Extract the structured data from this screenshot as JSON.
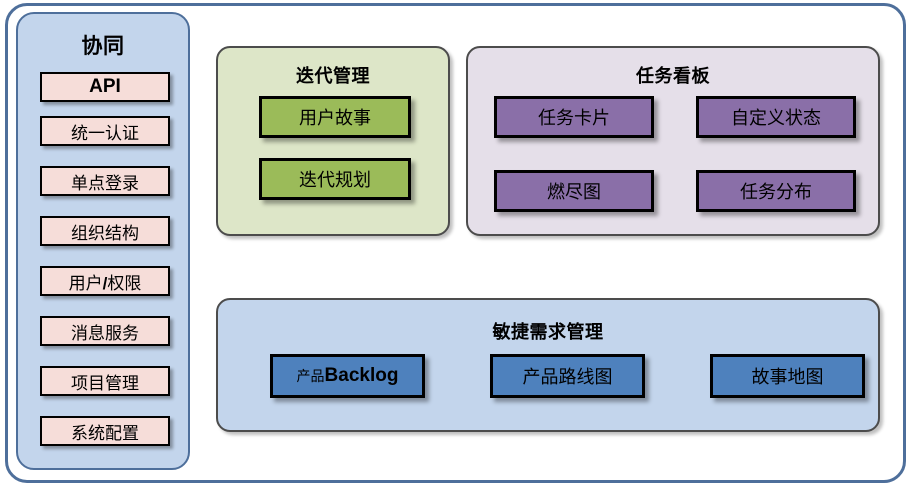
{
  "diagram": {
    "title_visible": false,
    "colors": {
      "frame_border": "#4e6f9b",
      "sidebar_bg": "#c3d5ec",
      "sidebar_item_bg": "#f6ddd9",
      "green_panel_bg": "#dde6c8",
      "green_box_bg": "#9bbb59",
      "purple_panel_bg": "#e5dfe9",
      "purple_box_bg": "#8a6fa8",
      "blue_panel_bg": "#c3d5ec",
      "blue_box_bg": "#4e81bd",
      "box_border": "#000000"
    }
  },
  "sidebar": {
    "title": "协同",
    "items": [
      {
        "label": "API",
        "style": "latin-bold"
      },
      {
        "label": "统一认证",
        "style": "cjk"
      },
      {
        "label": "单点登录",
        "style": "cjk"
      },
      {
        "label": "组织结构",
        "style": "cjk"
      },
      {
        "label": "用户/权限",
        "style": "cjk-slash"
      },
      {
        "label": "消息服务",
        "style": "cjk"
      },
      {
        "label": "项目管理",
        "style": "cjk"
      },
      {
        "label": "系统配置",
        "style": "cjk"
      }
    ]
  },
  "iteration_panel": {
    "title": "迭代管理",
    "boxes": [
      {
        "label": "用户故事"
      },
      {
        "label": "迭代规划"
      }
    ]
  },
  "taskboard_panel": {
    "title": "任务看板",
    "boxes": [
      {
        "label": "任务卡片"
      },
      {
        "label": "自定义状态"
      },
      {
        "label": "燃尽图"
      },
      {
        "label": "任务分布"
      }
    ]
  },
  "requirements_panel": {
    "title": "敏捷需求管理",
    "boxes": [
      {
        "label": "产品Backlog",
        "cjk_part": "产品",
        "latin_part": "Backlog",
        "style": "mixed"
      },
      {
        "label": "产品路线图",
        "style": "cjk"
      },
      {
        "label": "故事地图",
        "style": "cjk"
      }
    ]
  }
}
